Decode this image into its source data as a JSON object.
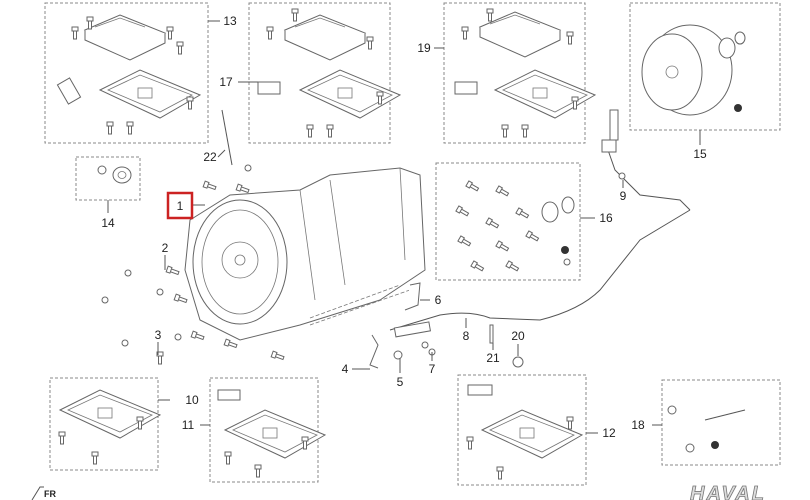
{
  "diagram": {
    "highlight_color": "#cc2222",
    "callouts": {
      "c1": "1",
      "c2": "2",
      "c3": "3",
      "c4": "4",
      "c5": "5",
      "c6": "6",
      "c7": "7",
      "c8": "8",
      "c9": "9",
      "c10": "10",
      "c11": "11",
      "c12": "12",
      "c13": "13",
      "c14": "14",
      "c15": "15",
      "c16": "16",
      "c17": "17",
      "c18": "18",
      "c19": "19",
      "c20": "20",
      "c21": "21",
      "c22": "22"
    },
    "selected_part": "1"
  },
  "footer": {
    "left_logo_text": "FR",
    "brand_logo": "HAVAL"
  }
}
